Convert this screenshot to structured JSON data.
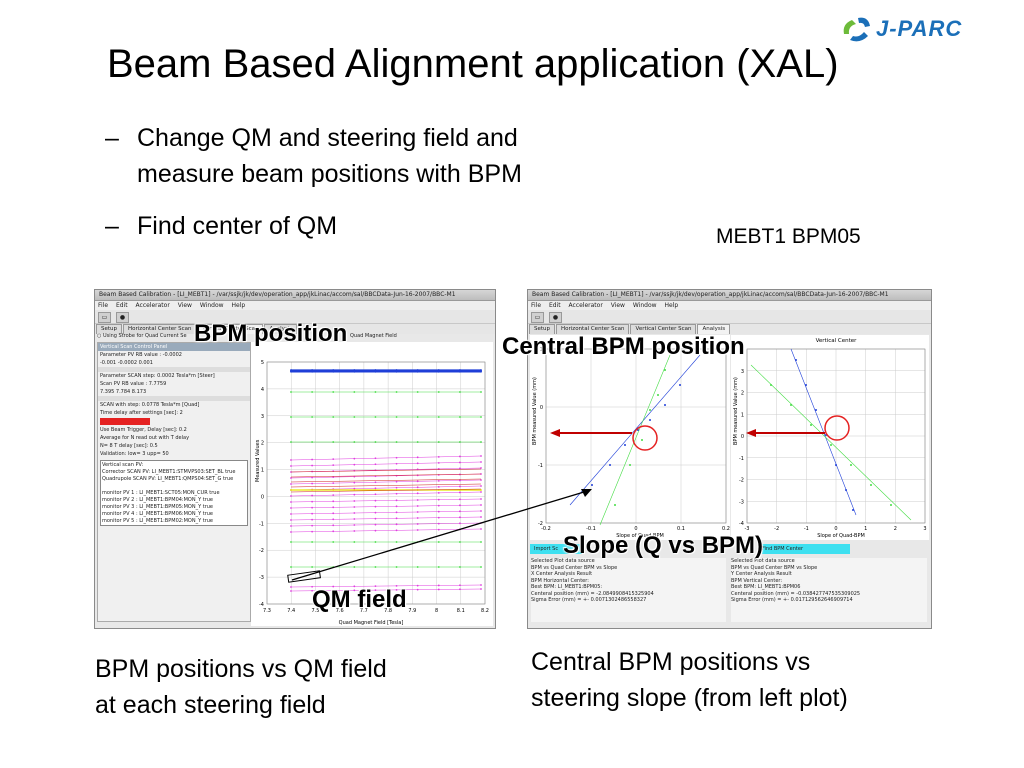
{
  "slide": {
    "title": "Beam Based Alignment application (XAL)",
    "bullets": [
      {
        "dash": "–",
        "lines": [
          "Change QM and steering field and",
          "measure beam positions with BPM"
        ]
      },
      {
        "dash": "–",
        "lines": [
          "Find center of QM"
        ]
      }
    ],
    "side_label": "MEBT1 BPM05",
    "logo_text": "J-PARC",
    "caption_left": [
      "BPM positions vs QM field",
      "at each steering field"
    ],
    "caption_right": [
      "Central BPM positions vs",
      "steering slope (from left plot)"
    ]
  },
  "callouts": {
    "bpm_position": "BPM position",
    "central_bpm_position": "Central BPM position",
    "slope": "Slope (Q vs BPM)",
    "qm_field": "QM field"
  },
  "left_window": {
    "title": "Beam Based Calibration - [LI_MEBT1] - /var/ssjk/jk/dev/operation_app/jkLinac/accom/sal/BBCData-Jun-16-2007/BBC-M1",
    "menu": [
      "File",
      "Edit",
      "Accelerator",
      "View",
      "Window",
      "Help"
    ],
    "tabs": [
      "Setup",
      "Horizontal Center Scan",
      "Vertical Center Scan",
      "Analysis"
    ],
    "strobe_label": "Using Strobe for Quad Current Se",
    "quad_field_label": "Quad Magnet Field",
    "panel_rows": [
      "Vertical Scan Control Panel",
      "Parameter PV RB value :  -0.0002",
      "-0.001    -0.0002    0.001",
      "Parameter SCAN step:   0.0002  Tesla*m [Steer]",
      "Scan PV RB value :  7.7759",
      "7.395    7.784    8.173",
      "SCAN with step:   0.0778  Tesla*m [Quad]",
      "Time delay after settings [sec]:  2"
    ],
    "beam_trigger": "Use Beam Trigger, Delay [sec]: 0.2",
    "avg_label": "Average for N read out with T delay",
    "avg_values": "N= 8   T delay [sec]: 0.5",
    "validation": "Validation: low= 3  upp= 50",
    "log_lines": [
      "Vertical scan PV:",
      "Corrector SCAN PV: LI_MEBT1:STMVPS03:SET_BL true",
      "Quadrupole SCAN PV: LI_MEBT1:QMPS04:SET_G true",
      "",
      "monitor PV 1 : LI_MEBT1:SCT05:MON_CUR true",
      "monitor PV 2 : LI_MEBT1:BPM04:MON_Y true",
      "monitor PV 3 : LI_MEBT1:BPM05:MON_Y true",
      "monitor PV 4 : LI_MEBT1:BPM06:MON_Y true",
      "monitor PV 5 : LI_MEBT1:BPM02:MON_Y true"
    ],
    "y_axis_label": "Measured Values",
    "y_ticks": [
      "5",
      "4",
      "3",
      "2",
      "1",
      "0",
      "-1",
      "-2",
      "-3",
      "-4"
    ],
    "x_ticks": [
      "7.3",
      "7.4",
      "7.5",
      "7.6",
      "7.7",
      "7.8",
      "7.9",
      "8",
      "8.1",
      "8.2"
    ],
    "x_axis_label": "Quad Magnet Field [Tesla]"
  },
  "right_window": {
    "title": "Beam Based Calibration - [LI_MEBT1] - /var/ssjk/jk/dev/operation_app/jkLinac/accom/sal/BBCData-Jun-16-2007/BBC-M1",
    "menu": [
      "File",
      "Edit",
      "Accelerator",
      "View",
      "Window",
      "Help"
    ],
    "tabs": [
      "Setup",
      "Horizontal Center Scan",
      "Vertical Center Scan",
      "Analysis"
    ],
    "plot2_title": "Vertical Center",
    "plot1_ylabel": "BPM measured Value (mm)",
    "plot1_xlabel": "Slope of Quad-BPM",
    "plot1_xticks": [
      "-0.2",
      "-0.1",
      "0",
      "0.1",
      "0.2"
    ],
    "plot1_yticks": [
      "1",
      "0",
      "-1",
      "-2"
    ],
    "plot2_ylabel": "BPM measured Value (mm)",
    "plot2_xlabel": "Slope of Quad-BPM",
    "plot2_xticks": [
      "-3",
      "-2",
      "-1",
      "0",
      "1",
      "2",
      "3"
    ],
    "plot2_yticks": [
      "4",
      "3",
      "2",
      "1",
      "0",
      "-1",
      "-2",
      "-3",
      "-4"
    ],
    "btn_import": "Import Sc",
    "btn_find": "Find BPM Center",
    "left_result": [
      "Selected Plot data source",
      "BPM vs Quad   Center BPM vs Slope",
      "X Center Analysis Result",
      "BPM Horizontal Center:",
      "Best BPM: LI_MEBT1:BPM05:",
      "Centeral position (mm) = -2.0849908415325904",
      "Sigma Error (mm) = +- 0.0071302486558327"
    ],
    "right_result": [
      "Selected Plot data source",
      "BPM vs Quad   Center BPM vs Slope",
      "Y Center Analysis Result",
      "BPM Vertical Center:",
      "Best BPM: LI_MEBT1:BPM06",
      "Centeral position (mm) = -0.038427747535309025",
      "Sigma Error (mm) = +- 0.017129562646909714"
    ]
  },
  "colors": {
    "title_text": "#000000",
    "logo_blue": "#1b6fb8",
    "logo_green": "#6dbb3a",
    "highlight_red": "#e52222",
    "arrow_red": "#c00000",
    "plot_blue": "#1f3fd8",
    "plot_green": "#44dd44",
    "plot_magenta": "#e040e0",
    "plot_yellow": "#e8e800",
    "cyan_button": "#3ee0f0"
  }
}
